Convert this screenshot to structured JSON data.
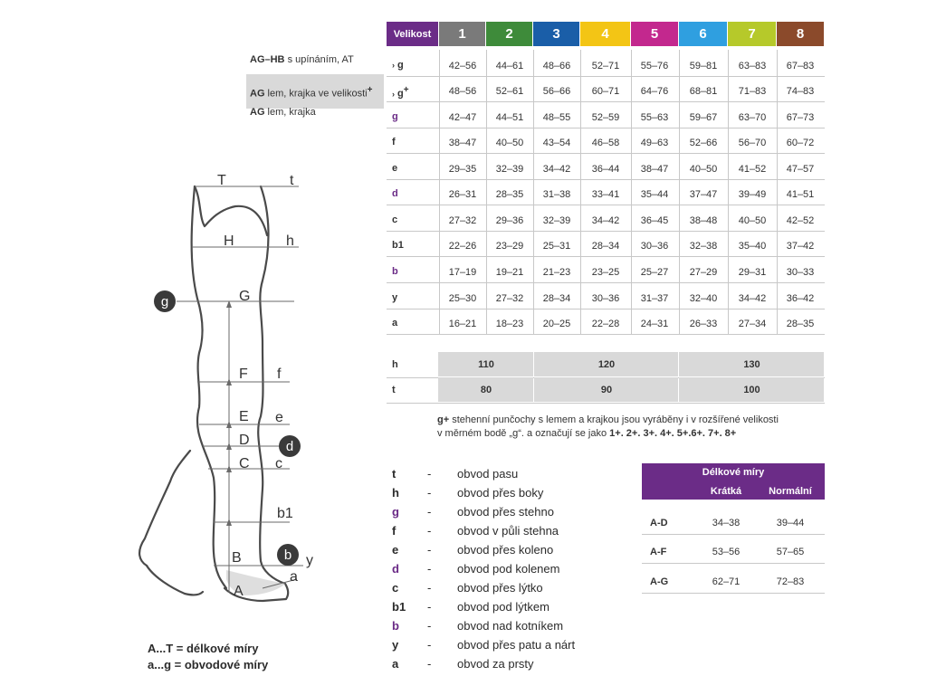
{
  "colors": {
    "header": [
      "#6b2c87",
      "#7a7a7a",
      "#3e8b3a",
      "#1a5ea8",
      "#f3c515",
      "#c3288e",
      "#2f9fe0",
      "#b6c92a",
      "#8b4a2b"
    ],
    "purple": "#6a2a86",
    "gray_band": "#d9d9d9"
  },
  "size_header": [
    "Velikost",
    "1",
    "2",
    "3",
    "4",
    "5",
    "6",
    "7",
    "8"
  ],
  "legend_variants": [
    {
      "bold": "AG–HB",
      "text": " s upínáním, AT"
    },
    {
      "bold": "AG",
      "text": " lem, krajka ve velikosti"
    },
    {
      "bold": "AG",
      "text": " lem, krajka"
    }
  ],
  "legend_plus": "+",
  "rows": [
    {
      "label": "g",
      "prefix": "›",
      "values": [
        "42–56",
        "44–61",
        "48–66",
        "52–71",
        "55–76",
        "59–81",
        "63–83",
        "67–83"
      ]
    },
    {
      "label": "g",
      "prefix": "›",
      "sup": "+",
      "values": [
        "48–56",
        "52–61",
        "56–66",
        "60–71",
        "64–76",
        "68–81",
        "71–83",
        "74–83"
      ]
    },
    {
      "label": "g",
      "values": [
        "42–47",
        "44–51",
        "48–55",
        "52–59",
        "55–63",
        "59–67",
        "63–70",
        "67–73"
      ]
    },
    {
      "label": "f",
      "values": [
        "38–47",
        "40–50",
        "43–54",
        "46–58",
        "49–63",
        "52–66",
        "56–70",
        "60–72"
      ]
    },
    {
      "label": "e",
      "values": [
        "29–35",
        "32–39",
        "34–42",
        "36–44",
        "38–47",
        "40–50",
        "41–52",
        "47–57"
      ]
    },
    {
      "label": "d",
      "values": [
        "26–31",
        "28–35",
        "31–38",
        "33–41",
        "35–44",
        "37–47",
        "39–49",
        "41–51"
      ]
    },
    {
      "label": "c",
      "values": [
        "27–32",
        "29–36",
        "32–39",
        "34–42",
        "36–45",
        "38–48",
        "40–50",
        "42–52"
      ]
    },
    {
      "label": "b1",
      "values": [
        "22–26",
        "23–29",
        "25–31",
        "28–34",
        "30–36",
        "32–38",
        "35–40",
        "37–42"
      ]
    },
    {
      "label": "b",
      "values": [
        "17–19",
        "19–21",
        "21–23",
        "23–25",
        "25–27",
        "27–29",
        "29–31",
        "30–33"
      ]
    },
    {
      "label": "y",
      "values": [
        "25–30",
        "27–32",
        "28–34",
        "30–36",
        "31–37",
        "32–40",
        "34–42",
        "36–42"
      ]
    },
    {
      "label": "a",
      "values": [
        "16–21",
        "18–23",
        "20–25",
        "22–28",
        "24–31",
        "26–33",
        "27–34",
        "28–35"
      ]
    }
  ],
  "ht_rows": [
    {
      "label": "h",
      "values": [
        "110",
        "120",
        "130"
      ]
    },
    {
      "label": "t",
      "values": [
        "80",
        "90",
        "100"
      ]
    }
  ],
  "note": {
    "line1_bold": "g+",
    "line1": " stehenní punčochy s lemem a krajkou jsou vyráběny i v rozšířené velikosti",
    "line2": "v měrném bodě „g“. a označují se jako ",
    "line2_bold": "1+. 2+. 3+. 4+. 5+.6+. 7+. 8+"
  },
  "glossary": [
    {
      "key": "t",
      "dash": "-",
      "text": "obvod pasu"
    },
    {
      "key": "h",
      "dash": "-",
      "text": "obvod přes boky"
    },
    {
      "key": "g",
      "dash": "-",
      "text": "obvod přes stehno"
    },
    {
      "key": "f",
      "dash": "-",
      "text": "obvod v půli stehna"
    },
    {
      "key": "e",
      "dash": "-",
      "text": "obvod přes koleno"
    },
    {
      "key": "d",
      "dash": "-",
      "text": "obvod pod kolenem"
    },
    {
      "key": "c",
      "dash": "-",
      "text": "obvod přes lýtko"
    },
    {
      "key": "b1",
      "dash": "-",
      "text": "obvod pod lýtkem"
    },
    {
      "key": "b",
      "dash": "-",
      "text": "obvod nad kotníkem"
    },
    {
      "key": "y",
      "dash": "-",
      "text": "obvod přes patu a nárt"
    },
    {
      "key": "a",
      "dash": "-",
      "text": "obvod za prsty"
    }
  ],
  "length_table": {
    "title": "Délkové míry",
    "col1": "Krátká",
    "col2": "Normální",
    "rows": [
      {
        "label": "A-D",
        "short": "34–38",
        "normal": "39–44"
      },
      {
        "label": "A-F",
        "short": "53–56",
        "normal": "57–65"
      },
      {
        "label": "A-G",
        "short": "62–71",
        "normal": "72–83"
      }
    ]
  },
  "diagram": {
    "upper": [
      "T",
      "H",
      "G",
      "F",
      "E",
      "D",
      "C",
      "B",
      "A"
    ],
    "lower": [
      "t",
      "h",
      "f",
      "e",
      "c",
      "b1",
      "y",
      "a"
    ],
    "circles": [
      "g",
      "d",
      "b"
    ]
  },
  "footer": {
    "line1": "A...T = délkové míry",
    "line2": "a...g = obvodové míry"
  }
}
